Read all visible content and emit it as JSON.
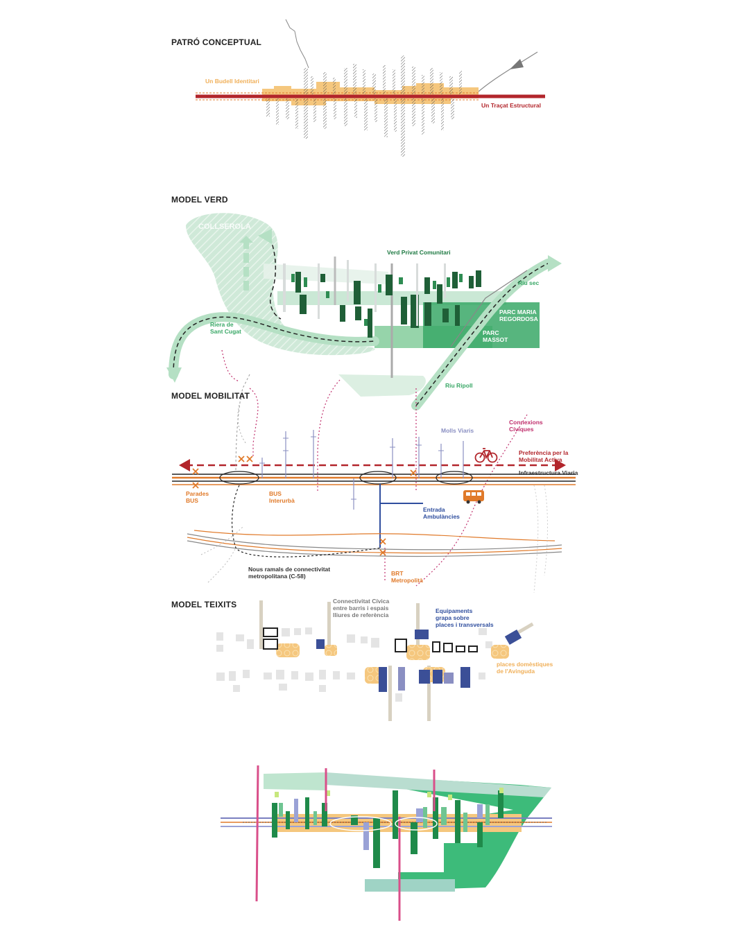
{
  "sections": {
    "patro": {
      "title": "PATRÓ CONCEPTUAL",
      "label_budell": "Un Budell Identitari",
      "label_tracat": "Un Traçat Estructural"
    },
    "verd": {
      "title": "MODEL VERD",
      "label_collserola": "COLLSEROLA",
      "label_verd_privat": "Verd Privat Comunitari",
      "label_riu_sec": "Riu sec",
      "label_riera_1": "Riera de",
      "label_riera_2": "Sant Cugat",
      "label_parc_maria_1": "PARC MARIA",
      "label_parc_maria_2": "REGORDOSA",
      "label_parc_massot_1": "PARC",
      "label_parc_massot_2": "MASSOT",
      "label_riu_ripoll": "Riu Ripoll"
    },
    "mobilitat": {
      "title": "MODEL MOBILITAT",
      "label_molls": "Molls Viaris",
      "label_connexions_1": "Connexions",
      "label_connexions_2": "Cíviques",
      "label_preferencia_1": "Preferència per la",
      "label_preferencia_2": "Mobilitat Activa",
      "label_infra": "Infraestructura Viaria",
      "label_parades_1": "Parades",
      "label_parades_2": "BUS",
      "label_bus_1": "BUS",
      "label_bus_2": "Interurbà",
      "label_entrada_1": "Entrada",
      "label_entrada_2": "Ambulàncies",
      "label_nous_1": "Nous ramals de connectivitat",
      "label_nous_2": "metropolitana (C-58)",
      "label_brt_1": "BRT",
      "label_brt_2": "Metropolità"
    },
    "teixits": {
      "title": "MODEL TEIXITS",
      "label_connectivitat_1": "Connectivitat Cívica",
      "label_connectivitat_2": "entre barris i espais",
      "label_connectivitat_3": "lliures de referència",
      "label_equip_1": "Equipaments",
      "label_equip_2": "grapa sobre",
      "label_equip_3": "places i transversals",
      "label_places_1": "places domèstiques",
      "label_places_2": "de l'Avinguda"
    }
  },
  "icons": [
    "bicycle-icon",
    "bus-icon"
  ],
  "colors": {
    "orange": "#e07a2a",
    "sand": "#f5c77e",
    "red": "#b2252b",
    "green": "#3aa867",
    "green_dark": "#1f7a43",
    "blue": "#2f4e9e",
    "lilac": "#8a8fc2",
    "pink": "#c0306d"
  }
}
